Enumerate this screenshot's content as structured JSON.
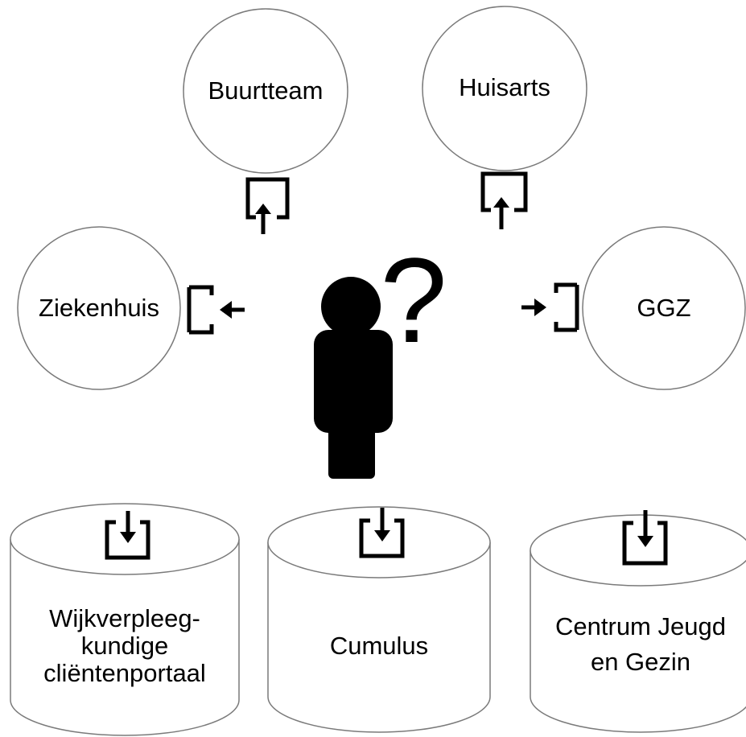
{
  "nodes": {
    "buurtteam": "Buurtteam",
    "huisarts": "Huisarts",
    "ziekenhuis": "Ziekenhuis",
    "ggz": "GGZ"
  },
  "databases": {
    "wijkverpleegkundige": [
      "Wijkverpleeg-",
      "kundige",
      "cliëntenportaal"
    ],
    "cumulus": [
      "Cumulus"
    ],
    "cjg": [
      "Centrum Jeugd",
      "en Gezin"
    ]
  },
  "person": {
    "question_mark": "?",
    "icon": "person-icon"
  },
  "icons": {
    "upload": "upload-icon",
    "login": "login-icon",
    "download": "download-icon"
  },
  "colors": {
    "outline": "#7a7a7a",
    "icon": "#000000",
    "background": "#ffffff"
  }
}
